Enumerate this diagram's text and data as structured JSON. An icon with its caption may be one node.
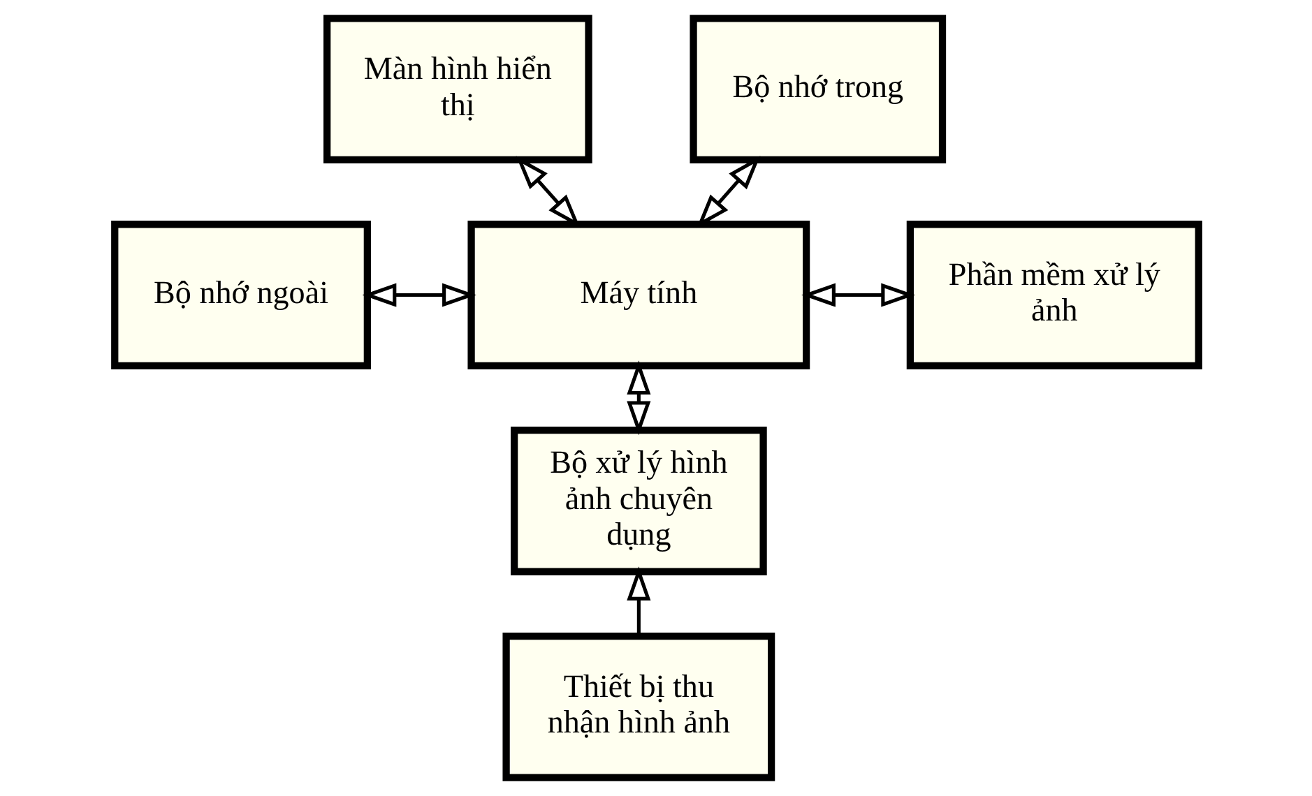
{
  "diagram": {
    "nodes": [
      {
        "text": [
          "Màn hình hiển thị"
        ]
      },
      {
        "text": [
          "Bộ nhớ trong"
        ]
      },
      {
        "text": [
          "Bộ nhớ ngoài"
        ]
      },
      {
        "text": [
          "Máy tính"
        ]
      },
      {
        "text": [
          "Phần mềm xử lý ảnh"
        ]
      },
      {
        "text": [
          "Bộ xử lý hình ảnh chuyên dụng"
        ]
      },
      {
        "text": [
          "Thiết bị thu nhận hình ảnh"
        ]
      }
    ],
    "edges": [
      {
        "from": 0,
        "to": 3,
        "arrow": "both"
      },
      {
        "from": 3,
        "to": 1,
        "arrow": "both"
      },
      {
        "from": 2,
        "to": 3,
        "arrow": "both"
      },
      {
        "from": 3,
        "to": 4,
        "arrow": "both"
      },
      {
        "from": 3,
        "to": 5,
        "arrow": "both"
      },
      {
        "from": 6,
        "to": 5,
        "arrow": "to"
      }
    ]
  }
}
